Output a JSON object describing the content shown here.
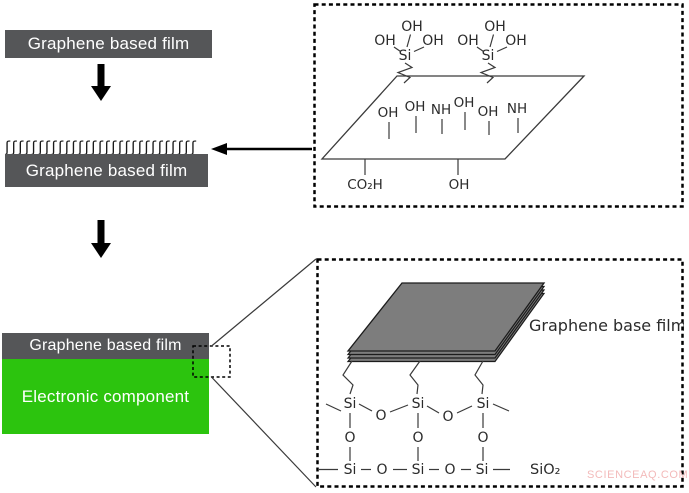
{
  "colors": {
    "film_gray": "#555658",
    "component_green": "#2cc40e",
    "graphene_stack_gray": "#7d7d7d",
    "watermark_pink": "#f3baba"
  },
  "flow": {
    "box1": "Graphene based film",
    "box2": "Graphene based film",
    "box2_marks": "ʃʃʃʃʃʃʃʃʃʃʃʃʃʃʃʃʃʃʃʃʃʃʃʃʃʃʃʃʃ",
    "box3_film": "Graphene based film",
    "box3_component": "Electronic component"
  },
  "surface_box": {
    "silane1": {
      "oh_top": "OH",
      "oh_left": "OH",
      "oh_right": "OH",
      "si": "Si"
    },
    "silane2": {
      "oh_top": "OH",
      "oh_left": "OH",
      "oh_right": "OH",
      "si": "Si"
    },
    "face_groups": [
      "OH",
      "OH",
      "NH",
      "OH",
      "OH",
      "NH"
    ],
    "edge_groups": [
      "CO₂H",
      "OH"
    ]
  },
  "bonded_box": {
    "stack_label": "Graphene base film",
    "top_si_row": [
      "Si",
      "O",
      "Si",
      "O",
      "Si"
    ],
    "mid_o_row": [
      "O",
      "O",
      "O"
    ],
    "bottom_si_row": [
      "Si",
      "O",
      "Si",
      "O",
      "Si"
    ],
    "substrate": "SiO₂"
  },
  "watermark": "SCIENCEAQ.COM"
}
